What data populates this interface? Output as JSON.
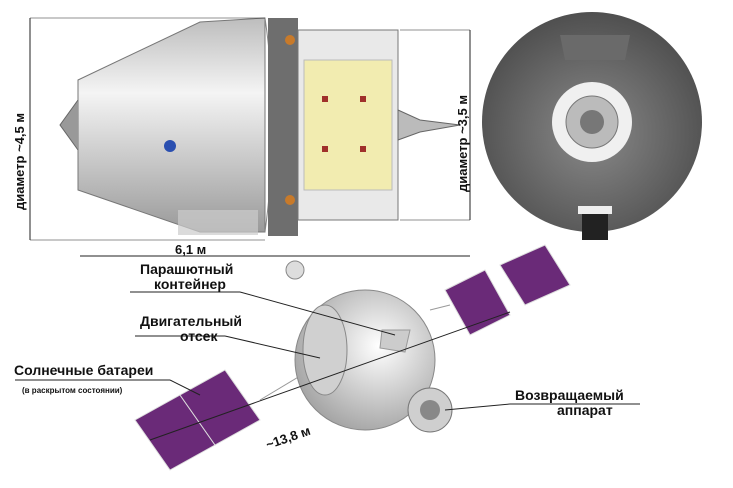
{
  "dimensions": {
    "diameter_large": "диаметр ~4,5 м",
    "length": "6,1 м",
    "diameter_small": "диаметр ~3,5 м",
    "span": "~13,8 м"
  },
  "labels": {
    "parachute_container": [
      "Парашютный",
      "контейнер"
    ],
    "propulsion_module": [
      "Двигательный",
      "отсек"
    ],
    "solar_panels": "Солнечные батареи",
    "solar_panels_note": "(в раскрытом состоянии)",
    "return_capsule": [
      "Возвращаемый",
      "аппарат"
    ]
  },
  "colors": {
    "panel": "#6a2a78",
    "body": "#d8d8d8",
    "module": "#f2ecb0",
    "dark": "#555555"
  }
}
